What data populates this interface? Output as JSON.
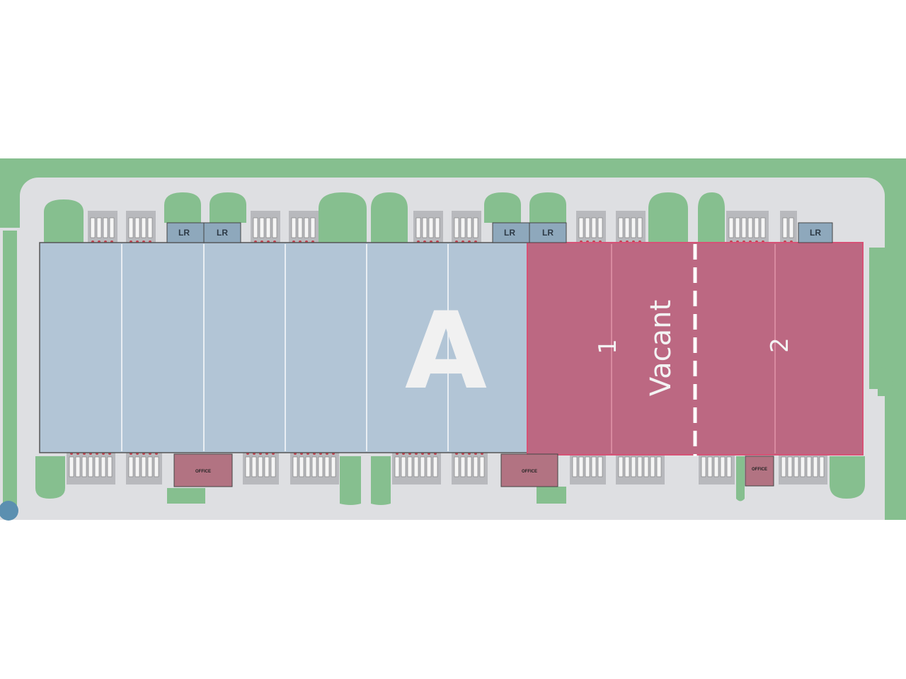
{
  "building_label": "A",
  "unit_labels": {
    "unit_1": "1",
    "vacant": "Vacant",
    "unit_2": "2"
  },
  "room_labels": {
    "loading_room": "LR",
    "office_1": "OFFICE",
    "office_2": "OFFICE",
    "office_3": "OFFICE"
  },
  "colors": {
    "grass": "#86bf8f",
    "pavement": "#dedfe2",
    "building": "#b2c5d6",
    "vacant": "#bc6882",
    "loading_room": "#8ea8bc",
    "office": "#b27382",
    "dock_pad": "#b8b9bd",
    "label_light": "#f3f3f3"
  }
}
